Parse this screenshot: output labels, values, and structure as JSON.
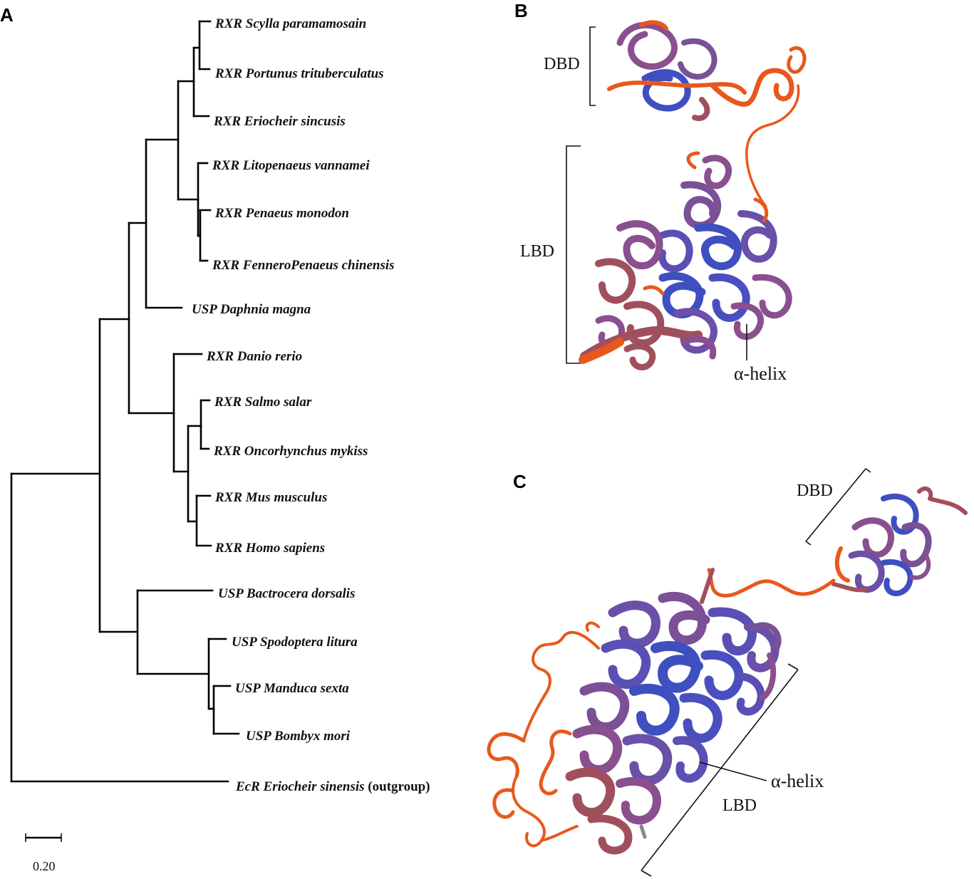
{
  "panels": {
    "a": "A",
    "b": "B",
    "c": "C"
  },
  "tree": {
    "taxa": [
      {
        "prefix": "RXR",
        "species": "Scylla paramamosain"
      },
      {
        "prefix": "RXR",
        "species": "Portunus trituberculatus"
      },
      {
        "prefix": "RXR",
        "species": "Eriocheir sincusis"
      },
      {
        "prefix": "RXR",
        "species": "Litopenaeus vannamei"
      },
      {
        "prefix": "RXR",
        "species": "Penaeus monodon"
      },
      {
        "prefix": "RXR",
        "species": "FenneroPenaeus chinensis"
      },
      {
        "prefix": "USP",
        "species": "Daphnia magna"
      },
      {
        "prefix": "RXR",
        "species": "Danio rerio"
      },
      {
        "prefix": "RXR",
        "species": "Salmo salar"
      },
      {
        "prefix": "RXR",
        "species": "Oncorhynchus mykiss"
      },
      {
        "prefix": "RXR",
        "species": "Mus musculus"
      },
      {
        "prefix": "RXR",
        "species": "Homo sapiens"
      },
      {
        "prefix": "USP",
        "species": "Bactrocera dorsalis"
      },
      {
        "prefix": "USP",
        "species": "Spodoptera litura"
      },
      {
        "prefix": "USP",
        "species": "Manduca sexta"
      },
      {
        "prefix": "USP",
        "species": "Bombyx mori"
      },
      {
        "prefix": "EcR",
        "species": "Eriocheir sinensis",
        "suffix": "(outgroup)"
      }
    ],
    "scale_value": "0.20"
  },
  "structure_b": {
    "dbd_label": "DBD",
    "lbd_label": "LBD",
    "helix_label": "α-helix"
  },
  "structure_c": {
    "dbd_label": "DBD",
    "lbd_label": "LBD",
    "helix_label": "α-helix"
  },
  "colors": {
    "ribbon_orange": "#e8581c",
    "ribbon_purple": "#8a4f8e",
    "ribbon_blue": "#3f4fc0",
    "ribbon_mauve": "#a0505c"
  }
}
